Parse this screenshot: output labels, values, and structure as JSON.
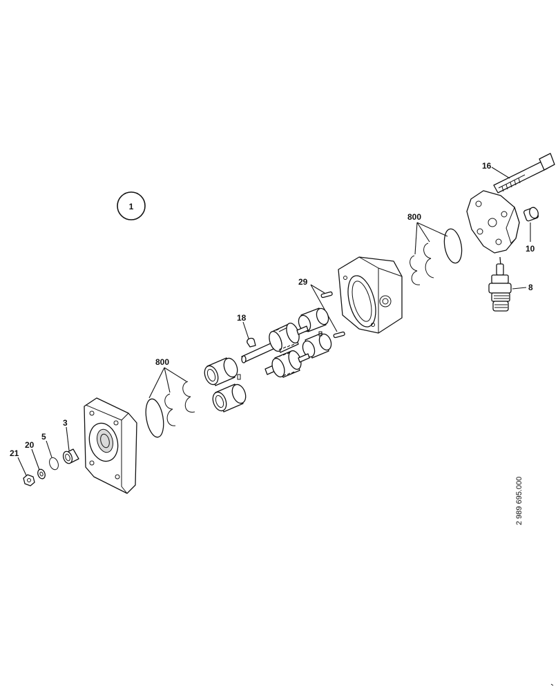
{
  "group_label": "1",
  "reference_number": "2 989 695.000",
  "callouts": {
    "c16": "16",
    "c800_top": "800",
    "c10": "10",
    "c29": "29",
    "c8": "8",
    "c18": "18",
    "c800_left": "800",
    "c3": "3",
    "c5": "5",
    "c20": "20",
    "c21": "21"
  }
}
